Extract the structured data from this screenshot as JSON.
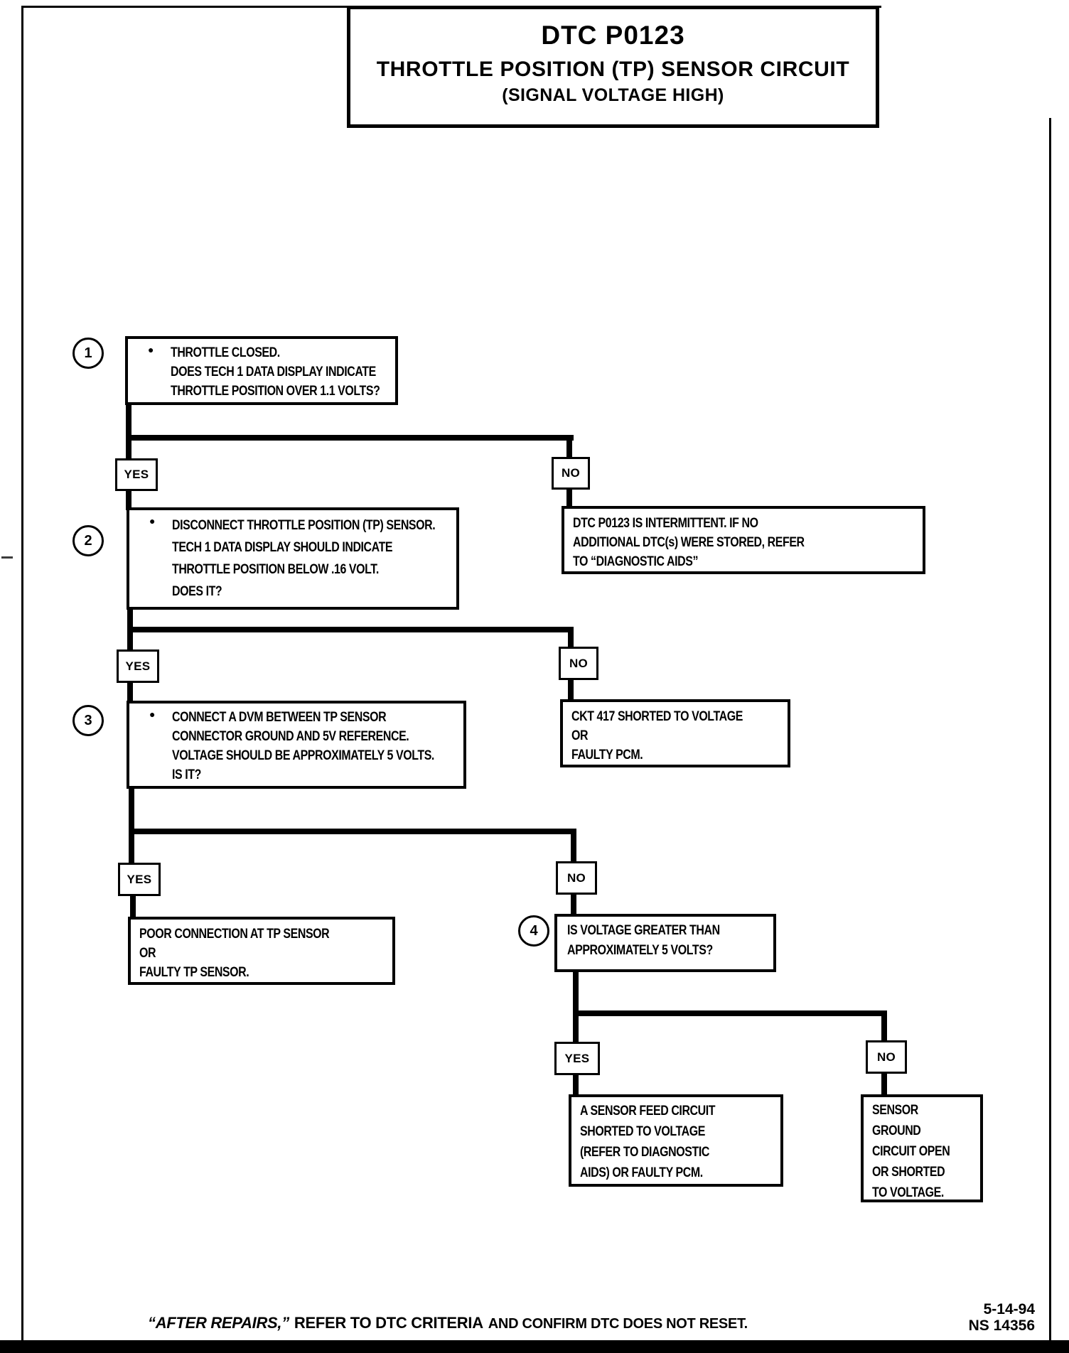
{
  "title": {
    "code": "DTC P0123",
    "name": "THROTTLE POSITION (TP) SENSOR CIRCUIT",
    "subtitle": "(SIGNAL VOLTAGE HIGH)"
  },
  "labels": {
    "yes": "YES",
    "no": "NO",
    "bullet": "●"
  },
  "steps": [
    {
      "number": "1",
      "lines": [
        "THROTTLE CLOSED.",
        "DOES TECH 1 DATA DISPLAY INDICATE",
        "THROTTLE POSITION OVER 1.1 VOLTS?"
      ]
    },
    {
      "number": "2",
      "lines": [
        "DISCONNECT THROTTLE POSITION (TP) SENSOR.",
        "TECH 1 DATA DISPLAY SHOULD INDICATE",
        "THROTTLE POSITION BELOW .16 VOLT.",
        "DOES IT?"
      ]
    },
    {
      "number": "3",
      "lines": [
        "CONNECT A DVM BETWEEN TP SENSOR",
        "CONNECTOR GROUND AND 5V REFERENCE.",
        "VOLTAGE SHOULD BE APPROXIMATELY 5 VOLTS.",
        "IS IT?"
      ]
    },
    {
      "number": "4",
      "lines": [
        "IS VOLTAGE GREATER THAN",
        "APPROXIMATELY 5 VOLTS?"
      ]
    }
  ],
  "results": {
    "intermittent": [
      "DTC P0123 IS INTERMITTENT.  IF NO",
      "ADDITIONAL DTC(s) WERE STORED, REFER",
      "TO  “DIAGNOSTIC AIDS”"
    ],
    "ckt417": [
      "CKT 417 SHORTED TO VOLTAGE",
      "OR",
      "FAULTY PCM."
    ],
    "poor_connection": [
      "POOR CONNECTION AT TP SENSOR",
      "OR",
      "FAULTY TP SENSOR."
    ],
    "sensor_feed": [
      "A SENSOR FEED CIRCUIT",
      "SHORTED TO VOLTAGE",
      "(REFER TO DIAGNOSTIC",
      "AIDS) OR FAULTY PCM."
    ],
    "sensor_ground": [
      "SENSOR",
      "GROUND",
      "CIRCUIT OPEN",
      "OR SHORTED",
      "TO VOLTAGE."
    ]
  },
  "footer": {
    "after_repairs": "“AFTER REPAIRS,”",
    "refer": "REFER TO DTC CRITERIA",
    "confirm": "AND CONFIRM DTC DOES NOT RESET."
  },
  "stamp": {
    "date": "5-14-94",
    "number": "NS 14356"
  }
}
